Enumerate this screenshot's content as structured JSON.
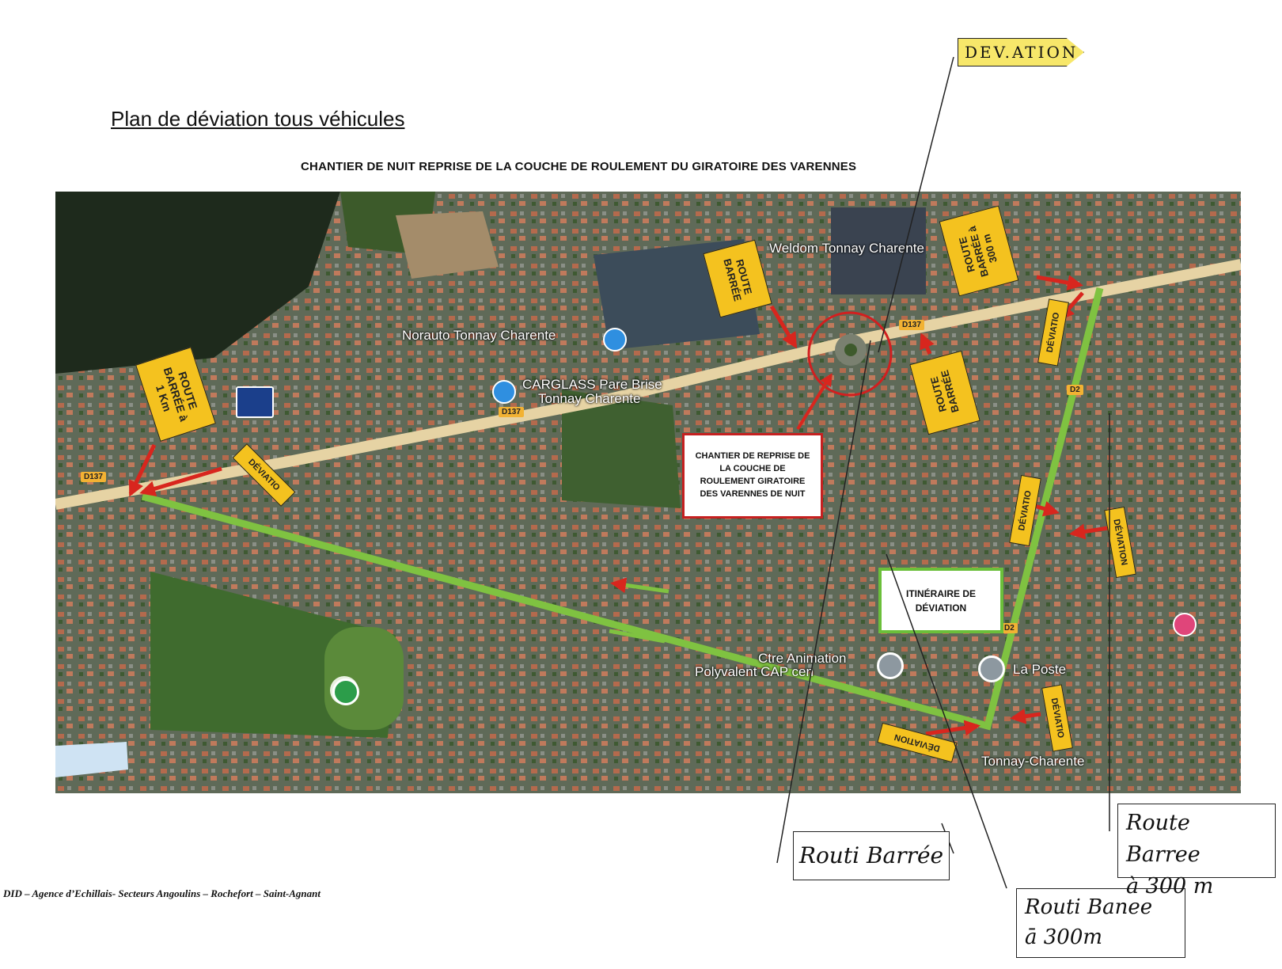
{
  "page": {
    "title": "Plan de déviation tous véhicules",
    "subtitle": "CHANTIER DE NUIT REPRISE DE LA COUCHE DE ROULEMENT DU GIRATOIRE DES VARENNES",
    "footer": "DID – Agence d’Echillais- Secteurs Angoulins – Rochefort – Saint-Agnant"
  },
  "map": {
    "pois": {
      "weldom": "Weldom Tonnay Charente",
      "norauto": "Norauto Tonnay Charente",
      "carglass_1": "CARGLASS Pare Brise",
      "carglass_2": "Tonnay Charente",
      "ctre_1": "Ctre Animation",
      "ctre_2": "Polyvalent CAP cen",
      "poste": "La Poste",
      "tonnay": "Tonnay-Charente"
    },
    "road_tags": {
      "d137": "D137",
      "d2": "D2"
    },
    "signs": {
      "route_barree_1km": "ROUTE BARRÉE à 1 Km",
      "route_barree": "ROUTE BARRÉE",
      "route_barree_300m": "ROUTE BARRÉE à 300 m",
      "deviation": "DÉVIATIO",
      "deviation_full": "DÉVIATION"
    },
    "worksite_box": "CHANTIER DE REPRISE DE LA COUCHE DE ROULEMENT GIRATOIRE DES VARENNES DE NUIT",
    "route_box": "ITINÉRAIRE DE DÉVIATION"
  },
  "annotations": {
    "deviation_tag": "DEV.ATION",
    "route_barree_a": "Routi Barrée",
    "route_barree_b_1": "Routi Banee",
    "route_barree_b_2": "ā 300m",
    "route_barree_c_1": "Route Barree",
    "route_barree_c_2": "à 300 m"
  },
  "colors": {
    "route_green": "#7fc241",
    "arrow_red": "#d8261e",
    "sign_yellow": "#f4c21f",
    "main_road": "#e6d3a4"
  }
}
